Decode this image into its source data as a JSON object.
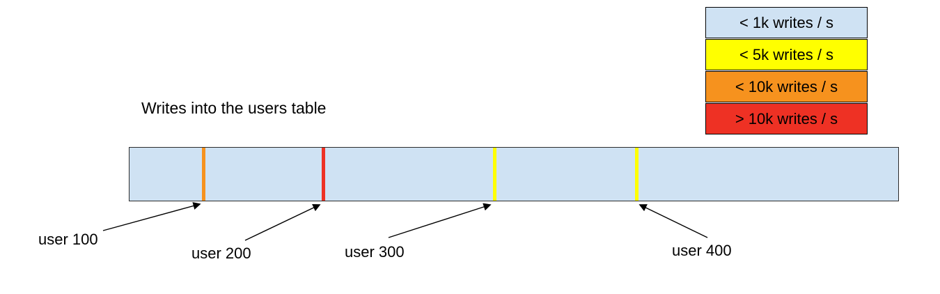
{
  "title": "Writes into the users table",
  "legend": [
    {
      "label": "< 1k writes / s",
      "color": "#cfe2f3"
    },
    {
      "label": "< 5k writes / s",
      "color": "#ffff00"
    },
    {
      "label": "< 10k writes / s",
      "color": "#f6921e"
    },
    {
      "label": "> 10k writes / s",
      "color": "#ee3124"
    }
  ],
  "bar": {
    "color": "#cfe2f3"
  },
  "markers": [
    {
      "user": "user 100",
      "color": "#f6921e"
    },
    {
      "user": "user 200",
      "color": "#ee3124"
    },
    {
      "user": "user 300",
      "color": "#ffff00"
    },
    {
      "user": "user 400",
      "color": "#ffff00"
    }
  ]
}
